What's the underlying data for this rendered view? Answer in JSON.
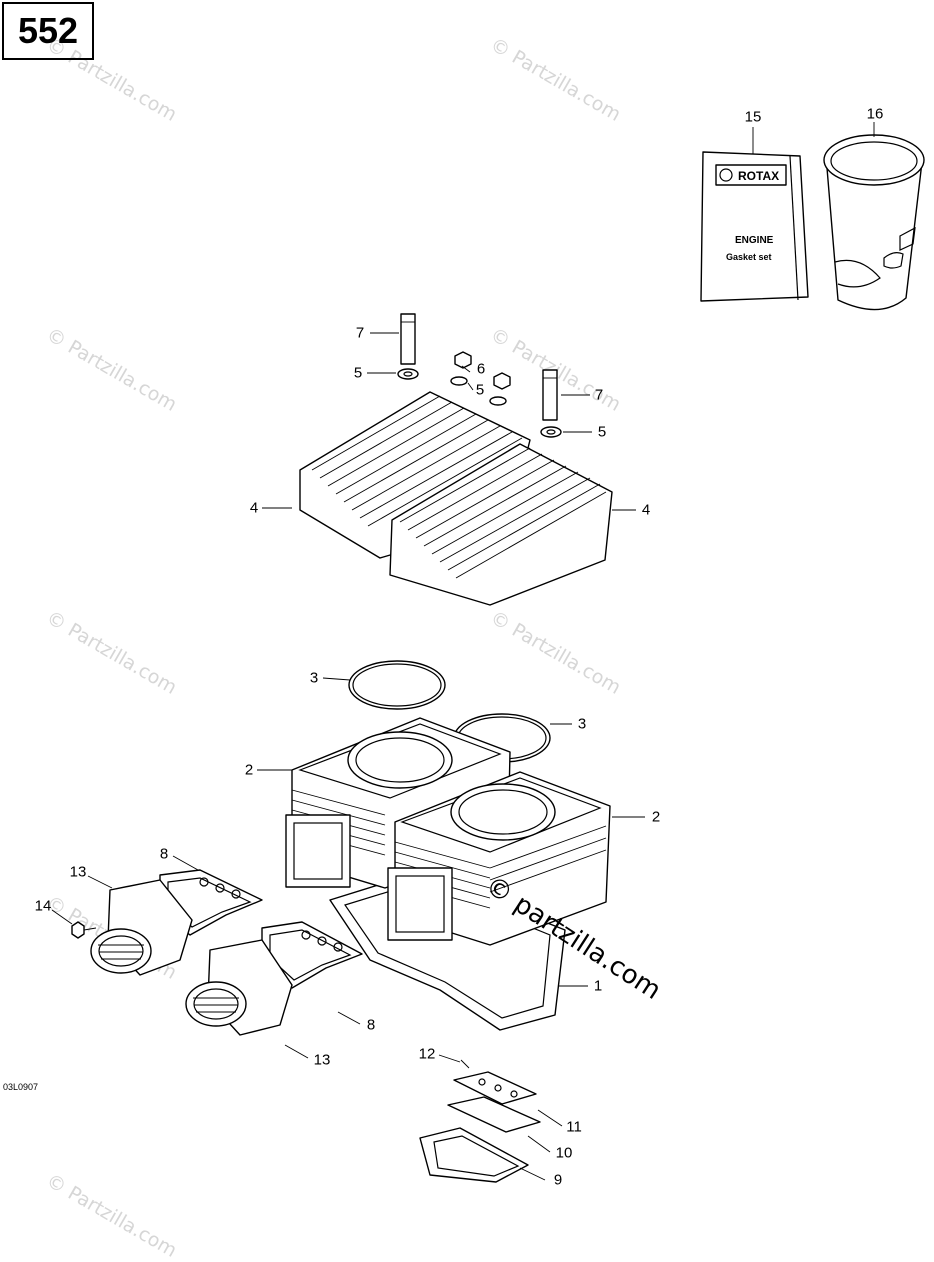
{
  "diagram": {
    "page_number": "552",
    "drawing_code": "03L0907",
    "kit_brand": "ROTAX",
    "kit_title": "ENGINE",
    "kit_subtitle": "Gasket set",
    "watermark_text": "© Partzilla.com",
    "watermark_primary": "© partzilla.com",
    "callouts": [
      {
        "label": "15"
      },
      {
        "label": "16"
      },
      {
        "label": "7"
      },
      {
        "label": "6"
      },
      {
        "label": "5"
      },
      {
        "label": "5"
      },
      {
        "label": "7"
      },
      {
        "label": "5"
      },
      {
        "label": "4"
      },
      {
        "label": "4"
      },
      {
        "label": "3"
      },
      {
        "label": "3"
      },
      {
        "label": "2"
      },
      {
        "label": "2"
      },
      {
        "label": "8"
      },
      {
        "label": "13"
      },
      {
        "label": "14"
      },
      {
        "label": "8"
      },
      {
        "label": "13"
      },
      {
        "label": "1"
      },
      {
        "label": "12"
      },
      {
        "label": "11"
      },
      {
        "label": "10"
      },
      {
        "label": "9"
      }
    ]
  }
}
